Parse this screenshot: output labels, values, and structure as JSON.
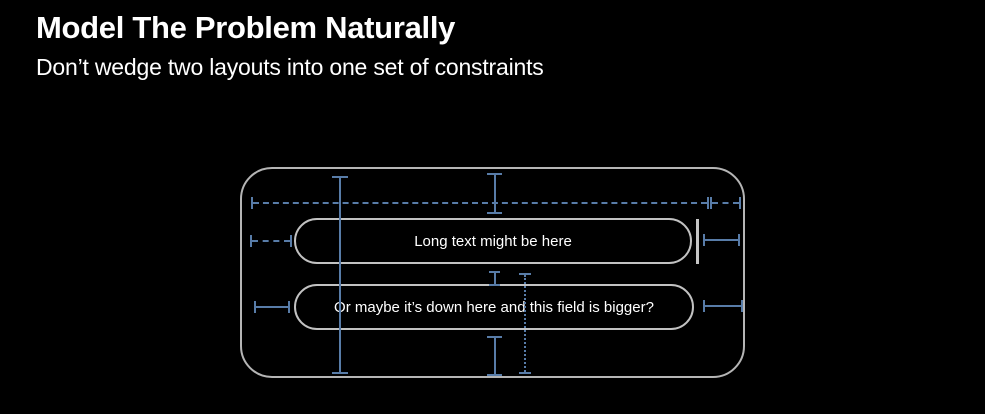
{
  "slide": {
    "title": "Model The Problem Naturally",
    "subtitle": "Don’t wedge two layouts into one set of constraints"
  },
  "diagram": {
    "field1_label": "Long text might be here",
    "field2_label": "Or maybe it’s down here and this field is bigger?",
    "colors": {
      "background": "#000000",
      "constraint_blue": "#587CA8",
      "canvas_border_gray": "#b5b5b5",
      "field_border_gray": "#c2c2c2",
      "trailing_bar_gray": "#c6c6c6",
      "text": "#ffffff"
    }
  }
}
